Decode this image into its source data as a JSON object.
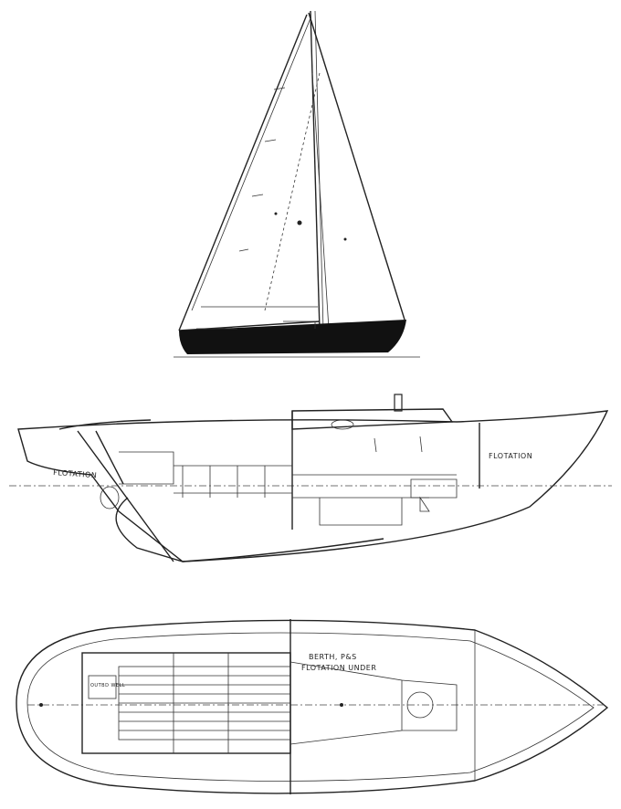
{
  "drawing": {
    "views": [
      "sail-plan",
      "inboard-profile",
      "deck-plan"
    ],
    "labels": {
      "profile_flotation_aft": "FLOTATION",
      "profile_flotation_fwd": "FLOTATION",
      "plan_berth_line1": "BERTH, P&S",
      "plan_berth_line2": "FLOTATION UNDER",
      "plan_outboard_well": "OUTBD WELL"
    },
    "colors": {
      "ink": "#222222",
      "hull_fill": "#111111",
      "background": "#ffffff"
    }
  }
}
